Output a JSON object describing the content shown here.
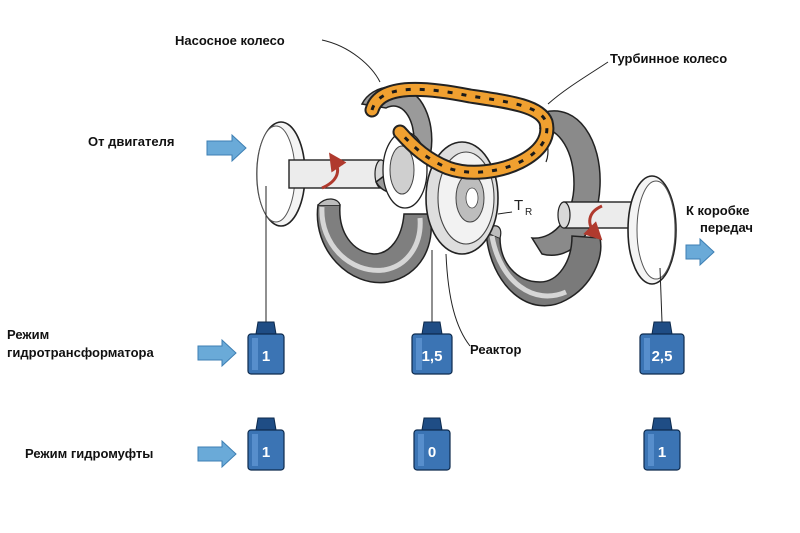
{
  "labels": {
    "pump_wheel": "Насосное колесо",
    "turbine_wheel": "Турбинное колесо",
    "from_engine": "От двигателя",
    "to_gearbox_line1": "К коробке",
    "to_gearbox_line2": "передач",
    "reactor": "Реактор",
    "torque_symbol": "T",
    "torque_subscript": "R",
    "converter_mode_line1": "Режим",
    "converter_mode_line2": "гидротрансформатора",
    "coupling_mode": "Режим гидромуфты"
  },
  "weights": {
    "converter_mode": [
      "1",
      "1,5",
      "2,5"
    ],
    "coupling_mode": [
      "1",
      "0",
      "1"
    ]
  },
  "colors": {
    "arrow_blue": "#6aaad8",
    "weight_blue": "#3b74b4",
    "weight_dark": "#1f4d85",
    "flow_orange": "#f0a030",
    "rotation_red": "#b03a2e",
    "metal_grey": "#8c8c8c"
  },
  "icons": {
    "input_arrow": "arrow-right-icon",
    "rotation": "curved-arrow-icon"
  }
}
